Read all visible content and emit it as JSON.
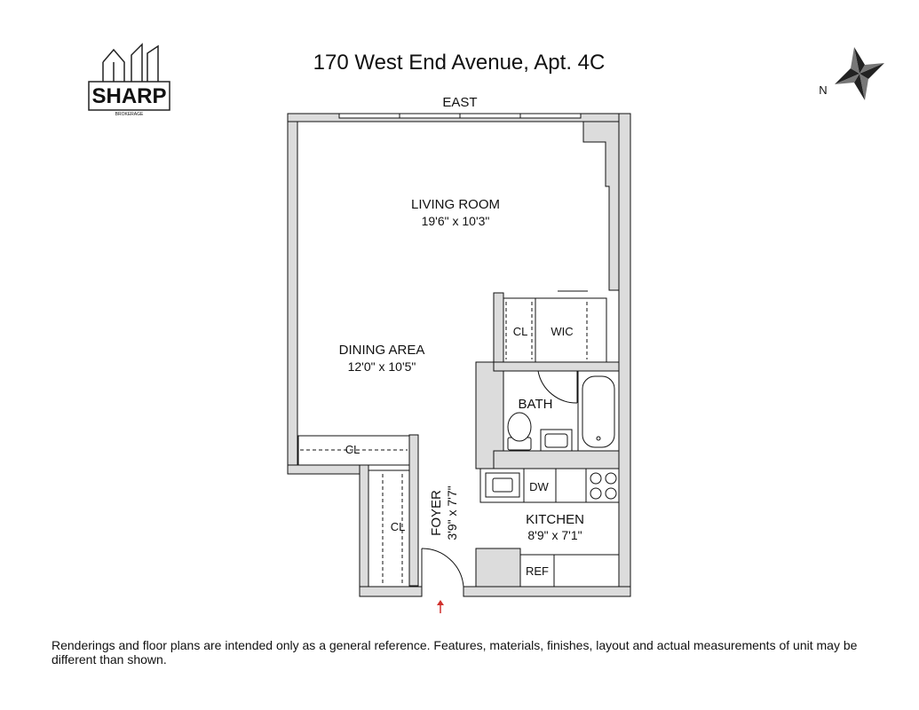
{
  "title": "170 West End Avenue, Apt. 4C",
  "logo": {
    "brand": "SHARP",
    "sub": "BROKERAGE"
  },
  "compass": {
    "label": "N"
  },
  "orientation_label": "EAST",
  "rooms": {
    "living": {
      "name": "LIVING ROOM",
      "dims": "19'6\" x 10'3\""
    },
    "dining": {
      "name": "DINING AREA",
      "dims": "12'0\" x 10'5\""
    },
    "foyer": {
      "name": "FOYER",
      "dims": "3'9\" x 7'7\""
    },
    "kitchen": {
      "name": "KITCHEN",
      "dims": "8'9\" x 7'1\""
    },
    "bath": {
      "name": "BATH"
    },
    "wic": {
      "name": "WIC"
    },
    "closet_upper": {
      "name": "CL"
    },
    "closet_dining": {
      "name": "CL"
    },
    "closet_foyer": {
      "name": "CL"
    }
  },
  "appliances": {
    "dishwasher": "DW",
    "refrigerator": "REF"
  },
  "entry_arrow_color": "#d0312d",
  "wall_color": "#dcdcdc",
  "disclaimer": "Renderings and floor plans are intended only as a general reference. Features, materials, finishes, layout and actual measurements of unit may be different than shown."
}
